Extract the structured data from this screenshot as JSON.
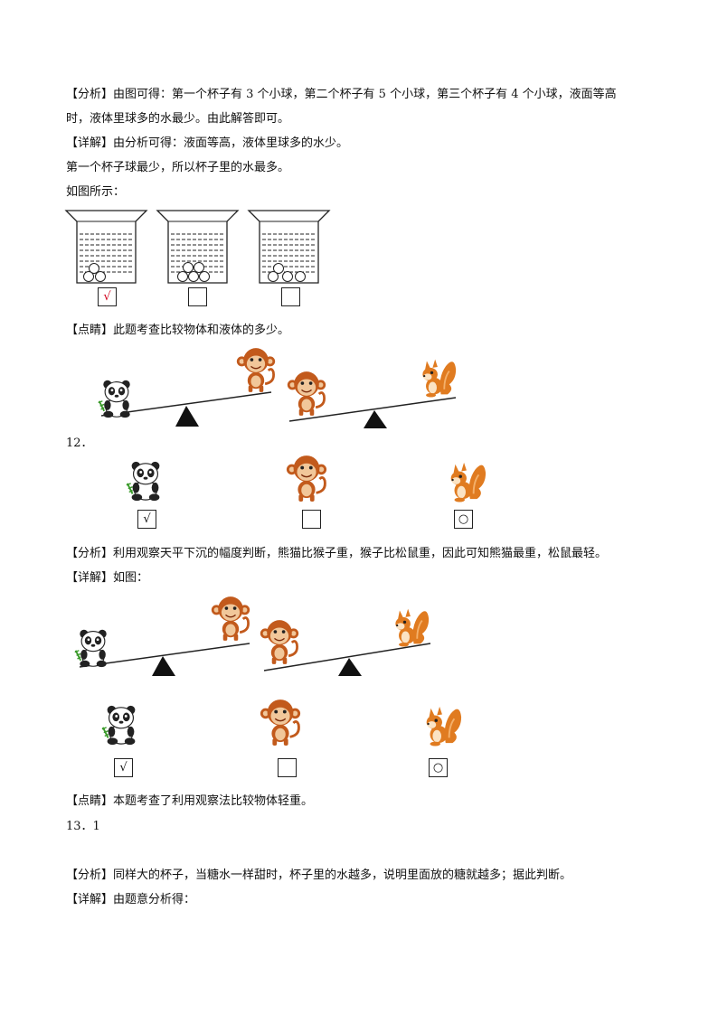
{
  "q11": {
    "analysis": "【分析】由图可得：第一个杯子有 3 个小球，第二个杯子有 5 个小球，第三个杯子有 4 个小球，液面等高",
    "analysis_cont": "时，液体里球多的水最少。由此解答即可。",
    "detail": "【详解】由分析可得：液面等高，液体里球多的水少。",
    "detail_cont": "第一个杯子球最少，所以杯子里的水最多。",
    "as_shown": "如图所示：",
    "answer_marks": [
      "√",
      "",
      ""
    ],
    "comment": "【点睛】此题考查比较物体和液体的多少。"
  },
  "q12": {
    "number": "12．",
    "answer_marks": [
      "√",
      "",
      "○"
    ],
    "analysis": "【分析】利用观察天平下沉的幅度判断，熊猫比猴子重，猴子比松鼠重，因此可知熊猫最重，松鼠最轻。",
    "detail": "【详解】如图：",
    "detail_marks": [
      "√",
      "",
      "○"
    ],
    "comment": "【点睛】本题考查了利用观察法比较物体轻重。"
  },
  "q13": {
    "number": "13．1",
    "analysis": "【分析】同样大的杯子，当糖水一样甜时，杯子里的水越多，说明里面放的糖就越多；据此判断。",
    "detail": "【详解】由题意分析得："
  },
  "colors": {
    "check_red": "#d0021b",
    "panda_green": "#3a9a2a",
    "monkey_brown": "#c25a1c",
    "squirrel_orange": "#e07b20"
  }
}
